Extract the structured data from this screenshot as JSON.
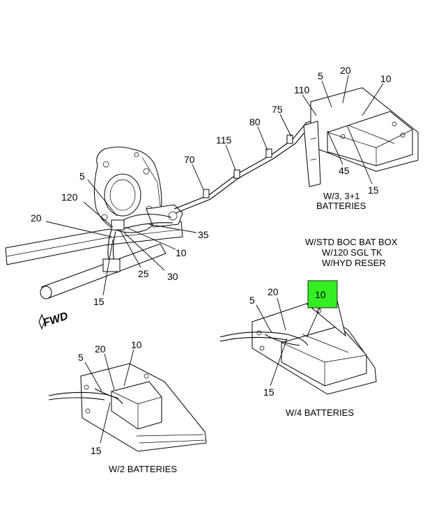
{
  "callouts": {
    "c5_top": "5",
    "c20_top": "20",
    "c10_top": "10",
    "c110": "110",
    "c75": "75",
    "c80": "80",
    "c115": "115",
    "c70": "70",
    "c45": "45",
    "c15_top": "15",
    "c5_mid": "5",
    "c120": "120",
    "c20_mid": "20",
    "c35": "35",
    "c10_mid": "10",
    "c25": "25",
    "c30": "30",
    "c15_mid": "15",
    "c20_w4": "20",
    "c5_w4": "5",
    "c10_w4": "10",
    "c15_w4": "15",
    "c5_w2": "5",
    "c20_w2": "20",
    "c10_w2": "10",
    "c15_w2": "15"
  },
  "labels": {
    "top_batteries_line1": "W/3, 3+1",
    "top_batteries_line2": "BATTERIES",
    "condition_line1": "W/STD BOC BAT BOX",
    "condition_line2": "W/120 SGL TK",
    "condition_line3": "W/HYD RESER",
    "w4_batteries": "W/4 BATTERIES",
    "w2_batteries": "W/2 BATTERIES",
    "fwd": "FWD"
  },
  "colors": {
    "highlight": "#33ee22",
    "line": "#000000",
    "background": "#ffffff"
  }
}
